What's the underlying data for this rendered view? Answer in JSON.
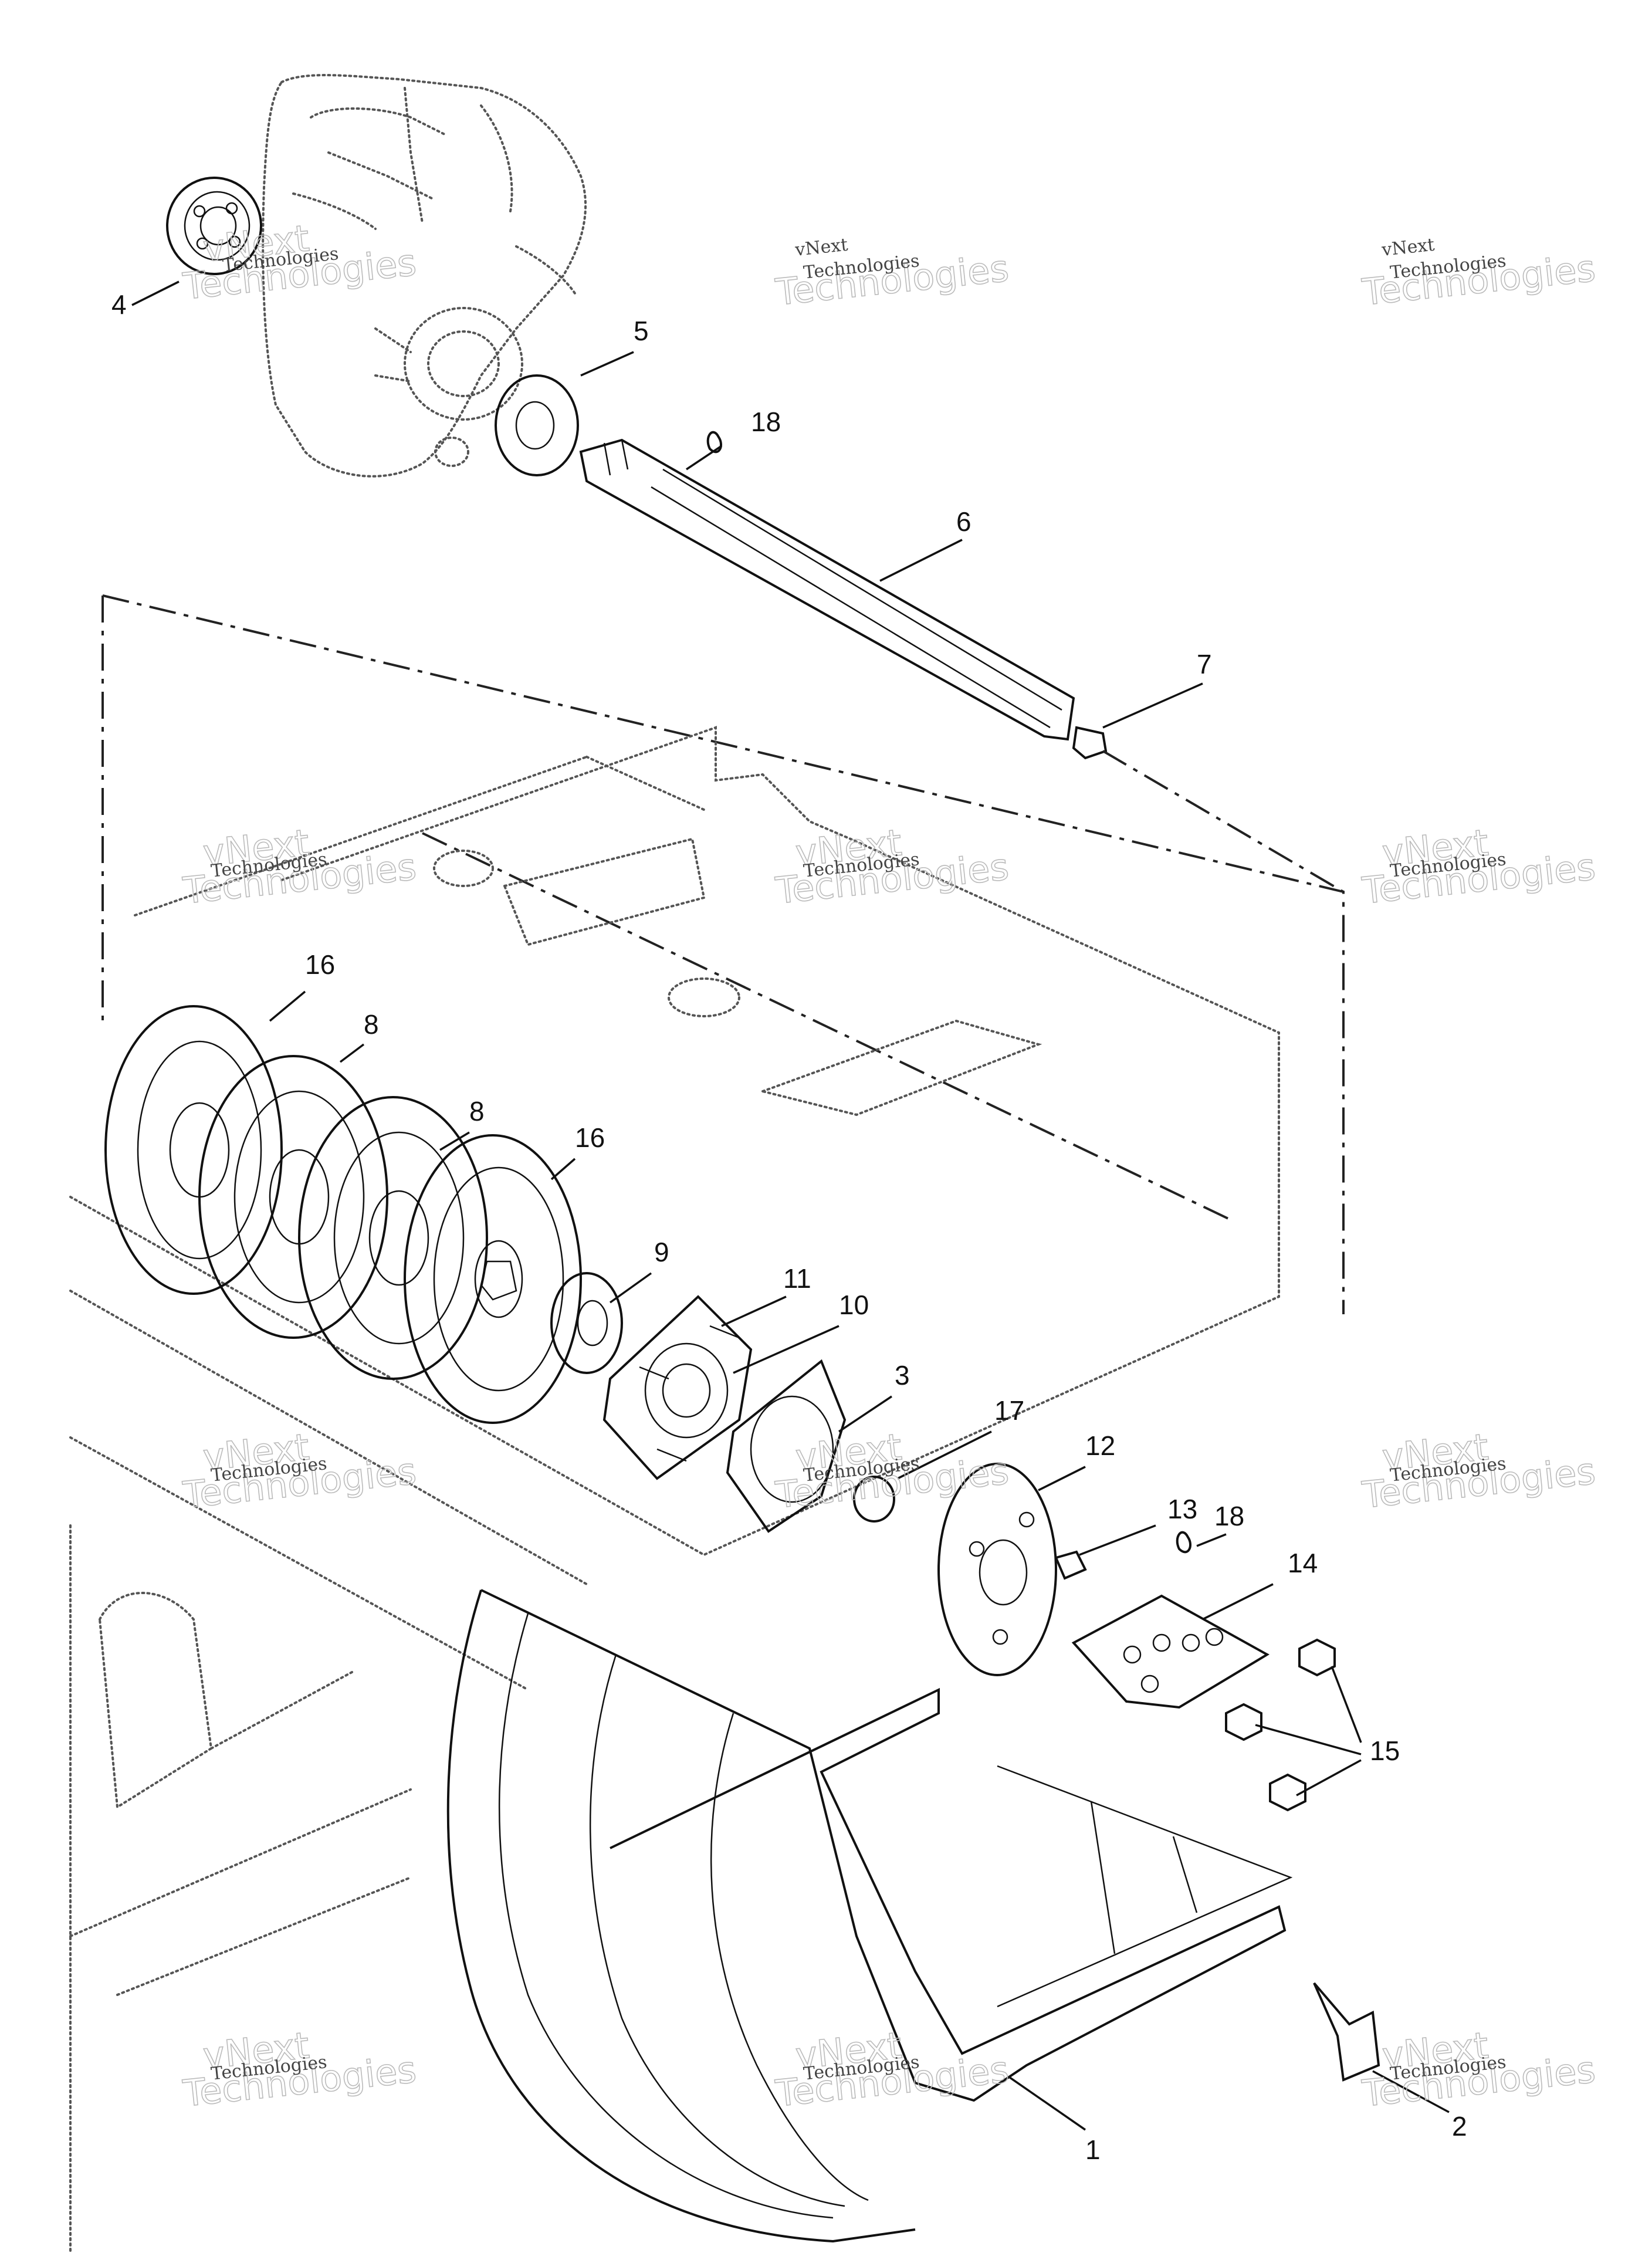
{
  "watermark": {
    "line1": "vNext",
    "line2": "Technologies",
    "line3": "Technologies"
  },
  "callouts": [
    {
      "id": "c-1",
      "label": "1"
    },
    {
      "id": "c-2",
      "label": "2"
    },
    {
      "id": "c-3",
      "label": "3"
    },
    {
      "id": "c-4",
      "label": "4"
    },
    {
      "id": "c-5",
      "label": "5"
    },
    {
      "id": "c-6",
      "label": "6"
    },
    {
      "id": "c-7",
      "label": "7"
    },
    {
      "id": "c-8a",
      "label": "8"
    },
    {
      "id": "c-8b",
      "label": "8"
    },
    {
      "id": "c-9",
      "label": "9"
    },
    {
      "id": "c-10",
      "label": "10"
    },
    {
      "id": "c-11",
      "label": "11"
    },
    {
      "id": "c-12",
      "label": "12"
    },
    {
      "id": "c-13",
      "label": "13"
    },
    {
      "id": "c-14",
      "label": "14"
    },
    {
      "id": "c-15",
      "label": "15"
    },
    {
      "id": "c-16a",
      "label": "16"
    },
    {
      "id": "c-16b",
      "label": "16"
    },
    {
      "id": "c-17",
      "label": "17"
    },
    {
      "id": "c-18a",
      "label": "18"
    },
    {
      "id": "c-18b",
      "label": "18"
    }
  ]
}
